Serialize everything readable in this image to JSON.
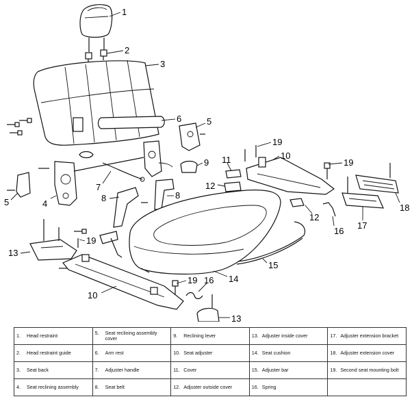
{
  "callouts": [
    "1",
    "2",
    "3",
    "4",
    "5",
    "5",
    "6",
    "7",
    "8",
    "8",
    "9",
    "10",
    "10",
    "11",
    "12",
    "12",
    "13",
    "13",
    "14",
    "15",
    "16",
    "16",
    "17",
    "18",
    "19",
    "19",
    "19",
    "19"
  ],
  "legend_rows": [
    [
      {
        "num": "1.",
        "label": "Head restraint"
      },
      {
        "num": "5.",
        "label": "Seat reclining assembly cover"
      },
      {
        "num": "9.",
        "label": "Reclining lever"
      },
      {
        "num": "13.",
        "label": "Adjuster inside cover"
      },
      {
        "num": "17.",
        "label": "Adjuster extension bracket"
      }
    ],
    [
      {
        "num": "2.",
        "label": "Head restraint guide"
      },
      {
        "num": "6.",
        "label": "Arm rest"
      },
      {
        "num": "10.",
        "label": "Seat adjuster"
      },
      {
        "num": "14.",
        "label": "Seat cushion"
      },
      {
        "num": "18.",
        "label": "Adjuster extension cover"
      }
    ],
    [
      {
        "num": "3.",
        "label": "Seat back"
      },
      {
        "num": "7.",
        "label": "Adjuster handle"
      },
      {
        "num": "11.",
        "label": "Cover"
      },
      {
        "num": "15.",
        "label": "Adjuster bar"
      },
      {
        "num": "19.",
        "label": "Second seat mounting bolt"
      }
    ],
    [
      {
        "num": "4.",
        "label": "Seat reclining assembly"
      },
      {
        "num": "8.",
        "label": "Seat belt"
      },
      {
        "num": "12.",
        "label": "Adjuster outside cover"
      },
      {
        "num": "16.",
        "label": "Spring"
      },
      {
        "num": "",
        "label": ""
      }
    ]
  ]
}
